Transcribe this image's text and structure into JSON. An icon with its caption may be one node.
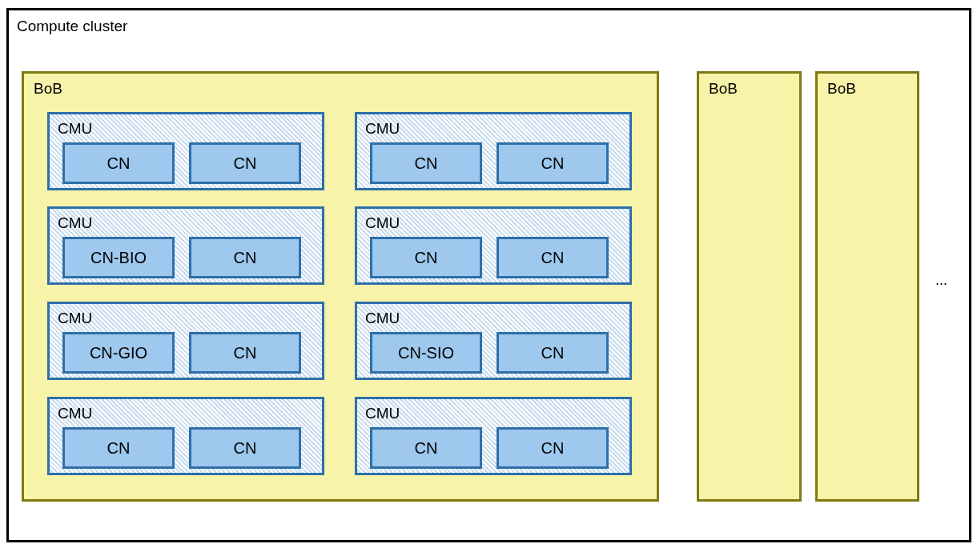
{
  "diagram": {
    "nodes": [
      {
        "text": [
          "Compute cluster"
        ]
      },
      {
        "text": [
          "BoB"
        ],
        "in": 0
      },
      {
        "text": [
          "CMU"
        ],
        "in": 1
      },
      {
        "text": [
          "CN"
        ],
        "in": 2
      },
      {
        "text": [
          "CN"
        ],
        "in": 2
      },
      {
        "text": [
          "CMU"
        ],
        "in": 1
      },
      {
        "text": [
          "CN"
        ],
        "in": 5
      },
      {
        "text": [
          "CN"
        ],
        "in": 5
      },
      {
        "text": [
          "CMU"
        ],
        "in": 1
      },
      {
        "text": [
          "CN-BIO"
        ],
        "in": 8
      },
      {
        "text": [
          "CN"
        ],
        "in": 8
      },
      {
        "text": [
          "CMU"
        ],
        "in": 1
      },
      {
        "text": [
          "CN"
        ],
        "in": 11
      },
      {
        "text": [
          "CN"
        ],
        "in": 11
      },
      {
        "text": [
          "CMU"
        ],
        "in": 1
      },
      {
        "text": [
          "CN-GIO"
        ],
        "in": 14
      },
      {
        "text": [
          "CN"
        ],
        "in": 14
      },
      {
        "text": [
          "CMU"
        ],
        "in": 1
      },
      {
        "text": [
          "CN-SIO"
        ],
        "in": 17
      },
      {
        "text": [
          "CN"
        ],
        "in": 17
      },
      {
        "text": [
          "CMU"
        ],
        "in": 1
      },
      {
        "text": [
          "CN"
        ],
        "in": 20
      },
      {
        "text": [
          "CN"
        ],
        "in": 20
      },
      {
        "text": [
          "CMU"
        ],
        "in": 1
      },
      {
        "text": [
          "CN"
        ],
        "in": 23
      },
      {
        "text": [
          "CN"
        ],
        "in": 23
      },
      {
        "text": [
          "BoB"
        ],
        "in": 0
      },
      {
        "text": [
          "BoB"
        ],
        "in": 0
      }
    ],
    "labels": [
      "..."
    ]
  }
}
